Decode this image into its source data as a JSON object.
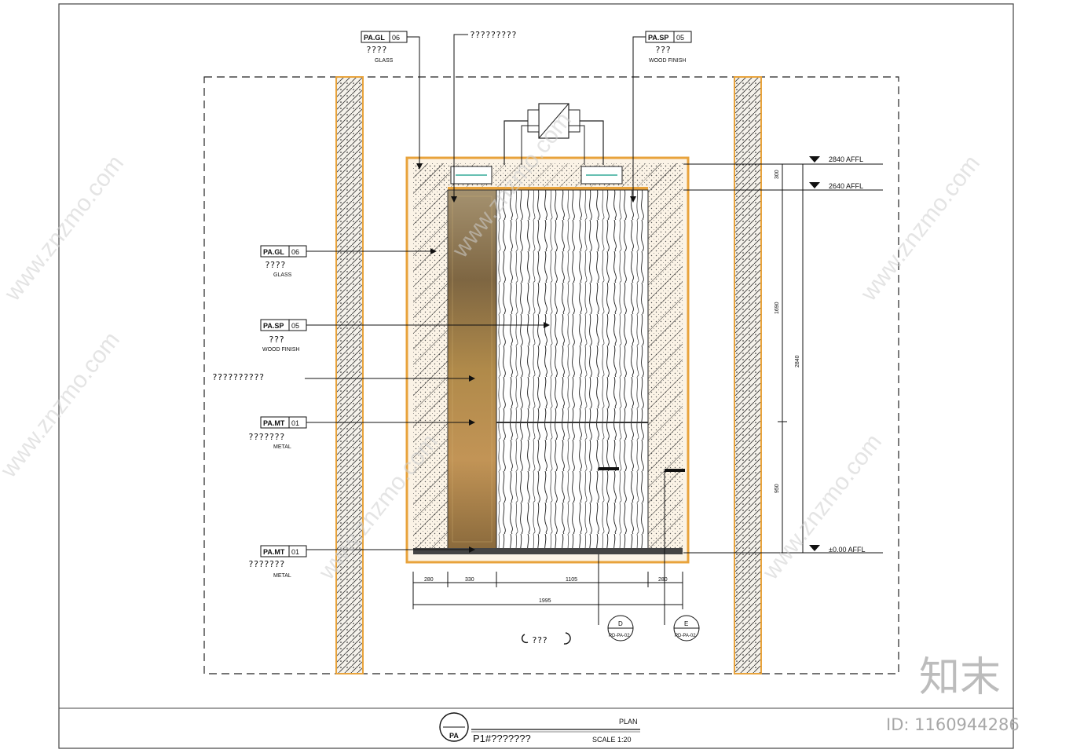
{
  "watermark": {
    "site": "www.znzmo.com",
    "brand": "知末",
    "id_label": "ID: 1160944286"
  },
  "callouts": {
    "top_glass_tag": "PA.GL",
    "top_glass_num": "06",
    "top_glass_cn": "????",
    "top_glass_en": "GLASS",
    "top_center_note": "?????????",
    "top_wood_tag": "PA.SP",
    "top_wood_num": "05",
    "top_wood_cn": "???",
    "top_wood_en": "WOOD FINISH",
    "left_glass_tag": "PA.GL",
    "left_glass_num": "06",
    "left_glass_cn": "????",
    "left_glass_en": "GLASS",
    "left_wood_tag": "PA.SP",
    "left_wood_num": "05",
    "left_wood_cn": "???",
    "left_wood_en": "WOOD FINISH",
    "left_note": "??????????",
    "left_metal1_tag": "PA.MT",
    "left_metal1_num": "01",
    "left_metal1_cn": "???????",
    "left_metal1_en": "METAL",
    "left_metal2_tag": "PA.MT",
    "left_metal2_num": "01",
    "left_metal2_cn": "???????",
    "left_metal2_en": "METAL"
  },
  "levels": {
    "top1": "2840 AFFL",
    "top2": "2640 AFFL",
    "floor": "±0.00 AFFL"
  },
  "dimensions": {
    "v_300": "300",
    "v_1690": "1690",
    "v_950": "950",
    "v_2840": "2840",
    "h_280a": "280",
    "h_330": "330",
    "h_1105": "1105",
    "h_280b": "280",
    "h_total": "1995"
  },
  "section_markers": {
    "m1_top": "D",
    "m1_bottom": "PD-PA-02",
    "m2_top": "E",
    "m2_bottom": "PD-PA-02"
  },
  "rotate_label": "???",
  "title_block": {
    "logo_letters": "PA",
    "drawing_no": "P1#???????",
    "plan_label": "PLAN",
    "scale_label": "SCALE 1:20"
  },
  "colors": {
    "frame_orange": "#e8a33c",
    "glass_panel": "#8c6a3a",
    "ink": "#111111"
  }
}
